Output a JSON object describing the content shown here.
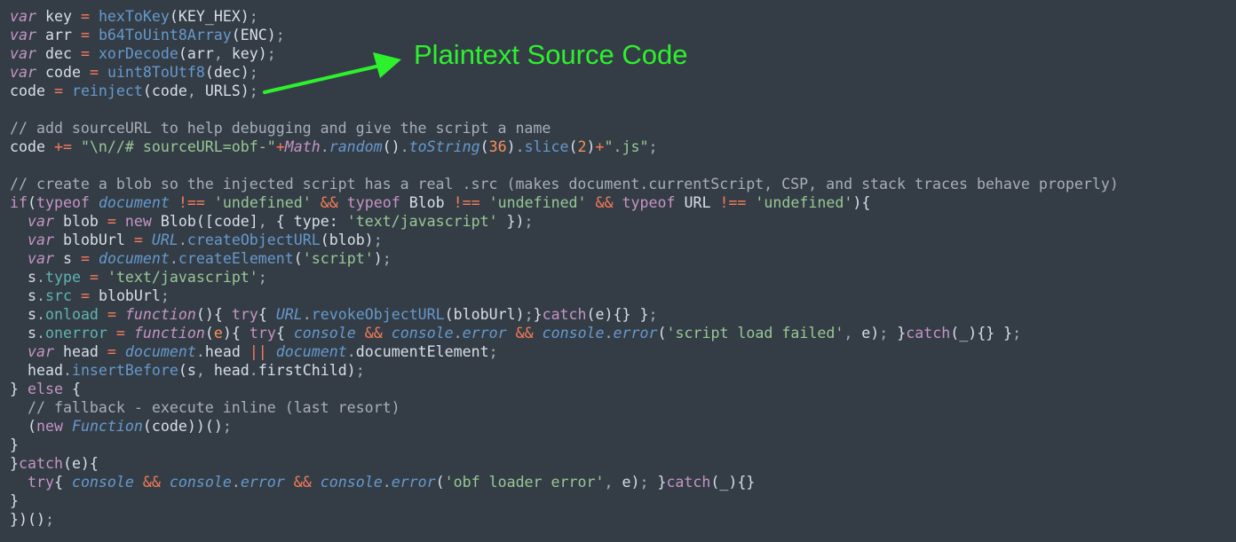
{
  "annotation": {
    "label": "Plaintext Source Code",
    "color": "#2df12d"
  },
  "code_lines": [
    [
      [
        "k",
        "var"
      ],
      [
        "t",
        " key "
      ],
      [
        "o",
        "="
      ],
      [
        "t",
        " "
      ],
      [
        "f",
        "hexToKey"
      ],
      [
        "t",
        "(KEY_HEX)"
      ],
      [
        "u",
        ";"
      ]
    ],
    [
      [
        "k",
        "var"
      ],
      [
        "t",
        " arr "
      ],
      [
        "o",
        "="
      ],
      [
        "t",
        " "
      ],
      [
        "f",
        "b64ToUint8Array"
      ],
      [
        "t",
        "(ENC)"
      ],
      [
        "u",
        ";"
      ]
    ],
    [
      [
        "k",
        "var"
      ],
      [
        "t",
        " dec "
      ],
      [
        "o",
        "="
      ],
      [
        "t",
        " "
      ],
      [
        "f",
        "xorDecode"
      ],
      [
        "t",
        "(arr"
      ],
      [
        "u",
        ","
      ],
      [
        "t",
        " key)"
      ],
      [
        "u",
        ";"
      ]
    ],
    [
      [
        "k",
        "var"
      ],
      [
        "t",
        " code "
      ],
      [
        "o",
        "="
      ],
      [
        "t",
        " "
      ],
      [
        "f",
        "uint8ToUtf8"
      ],
      [
        "t",
        "(dec)"
      ],
      [
        "u",
        ";"
      ]
    ],
    [
      [
        "t",
        "code "
      ],
      [
        "o",
        "="
      ],
      [
        "t",
        " "
      ],
      [
        "f",
        "reinject"
      ],
      [
        "t",
        "(code"
      ],
      [
        "u",
        ","
      ],
      [
        "t",
        " URLS)"
      ],
      [
        "u",
        ";"
      ]
    ],
    [],
    [
      [
        "c",
        "// add sourceURL to help debugging and give the script a name"
      ]
    ],
    [
      [
        "t",
        "code "
      ],
      [
        "o",
        "+="
      ],
      [
        "t",
        " "
      ],
      [
        "s",
        "\"\\n//# sourceURL=obf-\""
      ],
      [
        "o",
        "+"
      ],
      [
        "bk",
        "Math"
      ],
      [
        "u",
        "."
      ],
      [
        "b",
        "random"
      ],
      [
        "t",
        "()"
      ],
      [
        "u",
        "."
      ],
      [
        "b",
        "toString"
      ],
      [
        "t",
        "("
      ],
      [
        "n",
        "36"
      ],
      [
        "t",
        ")"
      ],
      [
        "u",
        "."
      ],
      [
        "f",
        "slice"
      ],
      [
        "t",
        "("
      ],
      [
        "n",
        "2"
      ],
      [
        "t",
        ")"
      ],
      [
        "o",
        "+"
      ],
      [
        "s",
        "\".js\""
      ],
      [
        "u",
        ";"
      ]
    ],
    [],
    [
      [
        "c",
        "// create a blob so the injected script has a real .src (makes document.currentScript, CSP, and stack traces behave properly)"
      ]
    ],
    [
      [
        "kw",
        "if"
      ],
      [
        "t",
        "("
      ],
      [
        "kw",
        "typeof"
      ],
      [
        "t",
        " "
      ],
      [
        "b",
        "document"
      ],
      [
        "t",
        " "
      ],
      [
        "o",
        "!=="
      ],
      [
        "t",
        " "
      ],
      [
        "s",
        "'undefined'"
      ],
      [
        "t",
        " "
      ],
      [
        "o",
        "&&"
      ],
      [
        "t",
        " "
      ],
      [
        "kw",
        "typeof"
      ],
      [
        "t",
        " Blob "
      ],
      [
        "o",
        "!=="
      ],
      [
        "t",
        " "
      ],
      [
        "s",
        "'undefined'"
      ],
      [
        "t",
        " "
      ],
      [
        "o",
        "&&"
      ],
      [
        "t",
        " "
      ],
      [
        "kw",
        "typeof"
      ],
      [
        "t",
        " URL "
      ],
      [
        "o",
        "!=="
      ],
      [
        "t",
        " "
      ],
      [
        "s",
        "'undefined'"
      ],
      [
        "t",
        "){"
      ]
    ],
    [
      [
        "t",
        "  "
      ],
      [
        "k",
        "var"
      ],
      [
        "t",
        " blob "
      ],
      [
        "o",
        "="
      ],
      [
        "t",
        " "
      ],
      [
        "kw",
        "new"
      ],
      [
        "t",
        " Blob([code]"
      ],
      [
        "u",
        ","
      ],
      [
        "t",
        " { type: "
      ],
      [
        "s",
        "'text/javascript'"
      ],
      [
        "t",
        " })"
      ],
      [
        "u",
        ";"
      ]
    ],
    [
      [
        "t",
        "  "
      ],
      [
        "k",
        "var"
      ],
      [
        "t",
        " blobUrl "
      ],
      [
        "o",
        "="
      ],
      [
        "t",
        " "
      ],
      [
        "b",
        "URL"
      ],
      [
        "u",
        "."
      ],
      [
        "f",
        "createObjectURL"
      ],
      [
        "t",
        "(blob)"
      ],
      [
        "u",
        ";"
      ]
    ],
    [
      [
        "t",
        "  "
      ],
      [
        "k",
        "var"
      ],
      [
        "t",
        " s "
      ],
      [
        "o",
        "="
      ],
      [
        "t",
        " "
      ],
      [
        "b",
        "document"
      ],
      [
        "u",
        "."
      ],
      [
        "f",
        "createElement"
      ],
      [
        "t",
        "("
      ],
      [
        "s",
        "'script'"
      ],
      [
        "t",
        ")"
      ],
      [
        "u",
        ";"
      ]
    ],
    [
      [
        "t",
        "  s"
      ],
      [
        "u",
        "."
      ],
      [
        "p",
        "type"
      ],
      [
        "t",
        " "
      ],
      [
        "o",
        "="
      ],
      [
        "t",
        " "
      ],
      [
        "s",
        "'text/javascript'"
      ],
      [
        "u",
        ";"
      ]
    ],
    [
      [
        "t",
        "  s"
      ],
      [
        "u",
        "."
      ],
      [
        "p",
        "src"
      ],
      [
        "t",
        " "
      ],
      [
        "o",
        "="
      ],
      [
        "t",
        " blobUrl"
      ],
      [
        "u",
        ";"
      ]
    ],
    [
      [
        "t",
        "  s"
      ],
      [
        "u",
        "."
      ],
      [
        "p",
        "onload"
      ],
      [
        "t",
        " "
      ],
      [
        "o",
        "="
      ],
      [
        "t",
        " "
      ],
      [
        "k",
        "function"
      ],
      [
        "t",
        "(){ "
      ],
      [
        "kw",
        "try"
      ],
      [
        "t",
        "{ "
      ],
      [
        "b",
        "URL"
      ],
      [
        "u",
        "."
      ],
      [
        "f",
        "revokeObjectURL"
      ],
      [
        "t",
        "(blobUrl)"
      ],
      [
        "u",
        ";"
      ],
      [
        "t",
        "}"
      ],
      [
        "kw",
        "catch"
      ],
      [
        "t",
        "(e){} }"
      ],
      [
        "u",
        ";"
      ]
    ],
    [
      [
        "t",
        "  s"
      ],
      [
        "u",
        "."
      ],
      [
        "p",
        "onerror"
      ],
      [
        "t",
        " "
      ],
      [
        "o",
        "="
      ],
      [
        "t",
        " "
      ],
      [
        "k",
        "function"
      ],
      [
        "t",
        "("
      ],
      [
        "pa",
        "e"
      ],
      [
        "t",
        "){ "
      ],
      [
        "kw",
        "try"
      ],
      [
        "t",
        "{ "
      ],
      [
        "b",
        "console"
      ],
      [
        "t",
        " "
      ],
      [
        "o",
        "&&"
      ],
      [
        "t",
        " "
      ],
      [
        "b",
        "console"
      ],
      [
        "u",
        "."
      ],
      [
        "b",
        "error"
      ],
      [
        "t",
        " "
      ],
      [
        "o",
        "&&"
      ],
      [
        "t",
        " "
      ],
      [
        "b",
        "console"
      ],
      [
        "u",
        "."
      ],
      [
        "b",
        "error"
      ],
      [
        "t",
        "("
      ],
      [
        "s",
        "'script load failed'"
      ],
      [
        "u",
        ","
      ],
      [
        "t",
        " e)"
      ],
      [
        "u",
        ";"
      ],
      [
        "t",
        " }"
      ],
      [
        "kw",
        "catch"
      ],
      [
        "t",
        "(_){} }"
      ],
      [
        "u",
        ";"
      ]
    ],
    [
      [
        "t",
        "  "
      ],
      [
        "k",
        "var"
      ],
      [
        "t",
        " head "
      ],
      [
        "o",
        "="
      ],
      [
        "t",
        " "
      ],
      [
        "b",
        "document"
      ],
      [
        "u",
        "."
      ],
      [
        "t",
        "head "
      ],
      [
        "o",
        "||"
      ],
      [
        "t",
        " "
      ],
      [
        "b",
        "document"
      ],
      [
        "u",
        "."
      ],
      [
        "t",
        "documentElement"
      ],
      [
        "u",
        ";"
      ]
    ],
    [
      [
        "t",
        "  head"
      ],
      [
        "u",
        "."
      ],
      [
        "f",
        "insertBefore"
      ],
      [
        "t",
        "(s"
      ],
      [
        "u",
        ","
      ],
      [
        "t",
        " head"
      ],
      [
        "u",
        "."
      ],
      [
        "t",
        "firstChild)"
      ],
      [
        "u",
        ";"
      ]
    ],
    [
      [
        "t",
        "} "
      ],
      [
        "kw",
        "else"
      ],
      [
        "t",
        " {"
      ]
    ],
    [
      [
        "t",
        "  "
      ],
      [
        "c",
        "// fallback - execute inline (last resort)"
      ]
    ],
    [
      [
        "t",
        "  ("
      ],
      [
        "kw",
        "new"
      ],
      [
        "t",
        " "
      ],
      [
        "b",
        "Function"
      ],
      [
        "t",
        "(code))()"
      ],
      [
        "u",
        ";"
      ]
    ],
    [
      [
        "t",
        "}"
      ]
    ],
    [
      [
        "t",
        "}"
      ],
      [
        "kw",
        "catch"
      ],
      [
        "t",
        "(e){"
      ]
    ],
    [
      [
        "t",
        "  "
      ],
      [
        "kw",
        "try"
      ],
      [
        "t",
        "{ "
      ],
      [
        "b",
        "console"
      ],
      [
        "t",
        " "
      ],
      [
        "o",
        "&&"
      ],
      [
        "t",
        " "
      ],
      [
        "b",
        "console"
      ],
      [
        "u",
        "."
      ],
      [
        "b",
        "error"
      ],
      [
        "t",
        " "
      ],
      [
        "o",
        "&&"
      ],
      [
        "t",
        " "
      ],
      [
        "b",
        "console"
      ],
      [
        "u",
        "."
      ],
      [
        "b",
        "error"
      ],
      [
        "t",
        "("
      ],
      [
        "s",
        "'obf loader error'"
      ],
      [
        "u",
        ","
      ],
      [
        "t",
        " e)"
      ],
      [
        "u",
        ";"
      ],
      [
        "t",
        " }"
      ],
      [
        "kw",
        "catch"
      ],
      [
        "t",
        "(_){}"
      ]
    ],
    [
      [
        "t",
        "}"
      ]
    ],
    [
      [
        "t",
        "})()"
      ],
      [
        "u",
        ";"
      ]
    ]
  ]
}
